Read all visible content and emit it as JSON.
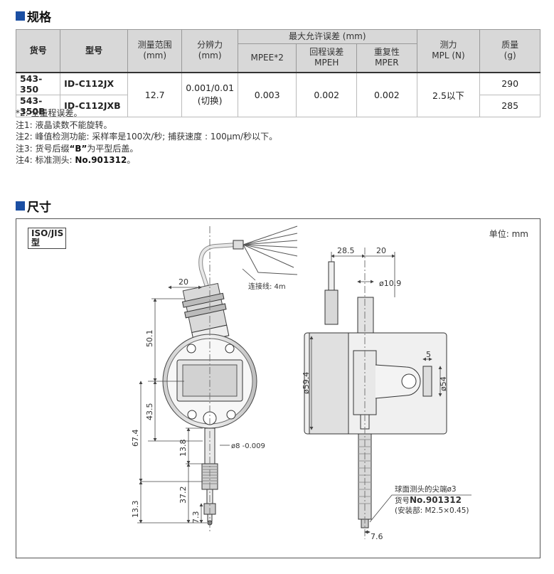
{
  "spec_section": {
    "title": "规格"
  },
  "table": {
    "headers": {
      "code": "货号",
      "model": "型号",
      "range": "测量范围",
      "range_unit": "(mm)",
      "resolution": "分辨力",
      "resolution_unit": "(mm)",
      "mpe_group": "最大允许误差 (mm)",
      "mpe_e": "MPEE*2",
      "hysteresis": "回程误差",
      "hysteresis_sub": "MPEH",
      "repeat": "重复性",
      "repeat_sub": "MPER",
      "force": "测力",
      "force_sub": "MPL (N)",
      "mass": "质量",
      "mass_unit": "(g)"
    },
    "rows": [
      {
        "code": "543-350",
        "model": "ID-C112JX",
        "mass": "290"
      },
      {
        "code": "543-350B",
        "model": "ID-C112JXB",
        "mass": "285"
      }
    ],
    "shared": {
      "range": "12.7",
      "resolution_a": "0.001/0.01",
      "resolution_b": "(切换)",
      "mpe_e": "0.003",
      "hysteresis": "0.002",
      "repeat": "0.002",
      "force": "2.5以下"
    }
  },
  "notes": [
    {
      "pre": "*2: 全量程误差。"
    },
    {
      "pre": "注1: 液晶读数不能旋转。"
    },
    {
      "pre": "注2: 峰值检测功能: 采样率是100次/秒; 捕获速度 : 100μm/秒以下。"
    },
    {
      "pre": "注3: 货号后缀",
      "bold": "“B”",
      "post": "为平型后盖。"
    },
    {
      "pre": "注4: 标准测头: ",
      "bold": "No.901312",
      "post": "。"
    }
  ],
  "dim_section": {
    "title": "尺寸"
  },
  "drawing": {
    "type_label": "ISO/JIS 型",
    "unit": "单位: mm",
    "cable": "连接线: 4m",
    "dims": {
      "w20_front": "20",
      "h50_1": "50.1",
      "h43_5": "43.5",
      "h67_4": "67.4",
      "h13_8": "13.8",
      "stem": "ø8 -0.009",
      "h37_2": "37.2",
      "h13_3": "13.3",
      "h7_3": "7.3",
      "w28_5": "28.5",
      "w20_side": "20",
      "d10_9": "ø10.9",
      "d59_4": "ø59.4",
      "w5": "5",
      "d54": "ø54",
      "w7_6": "7.6"
    },
    "probe_note": {
      "line1": "球面测头的尖端ø3",
      "line2_pre": "货号",
      "line2_bold": "No.901312",
      "line3": "(安装部: M2.5×0.45)"
    }
  },
  "colors": {
    "accent": "#1b4fa3",
    "header_bg": "#d8d8d8"
  }
}
